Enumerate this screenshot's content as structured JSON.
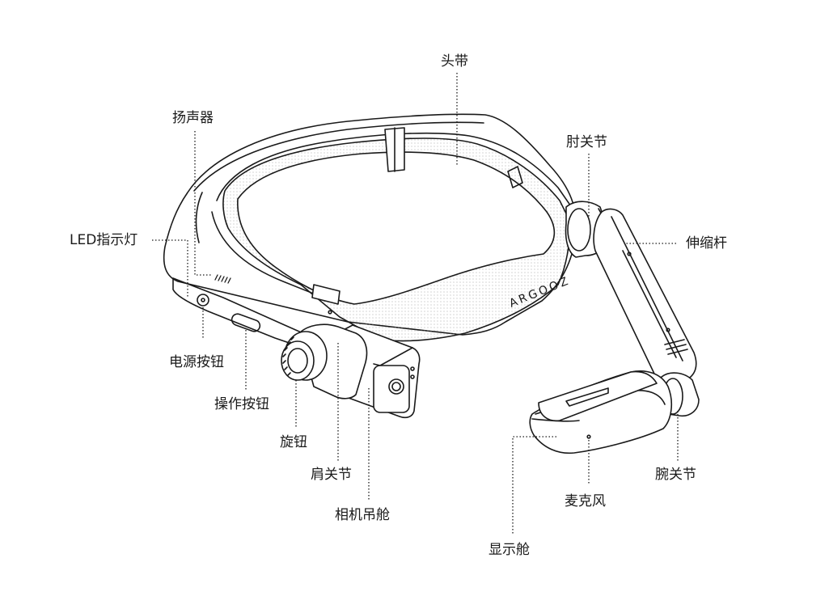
{
  "brand": "ARGOOZ",
  "labels": {
    "headband": "头带",
    "speaker": "扬声器",
    "elbow_joint": "肘关节",
    "telescopic_rod": "伸缩杆",
    "led_indicator": "LED指示灯",
    "power_button": "电源按钮",
    "operation_button": "操作按钮",
    "knob": "旋钮",
    "shoulder_joint": "肩关节",
    "camera_pod": "相机吊舱",
    "wrist_joint": "腕关节",
    "microphone": "麦克风",
    "display_pod": "显示舱"
  }
}
